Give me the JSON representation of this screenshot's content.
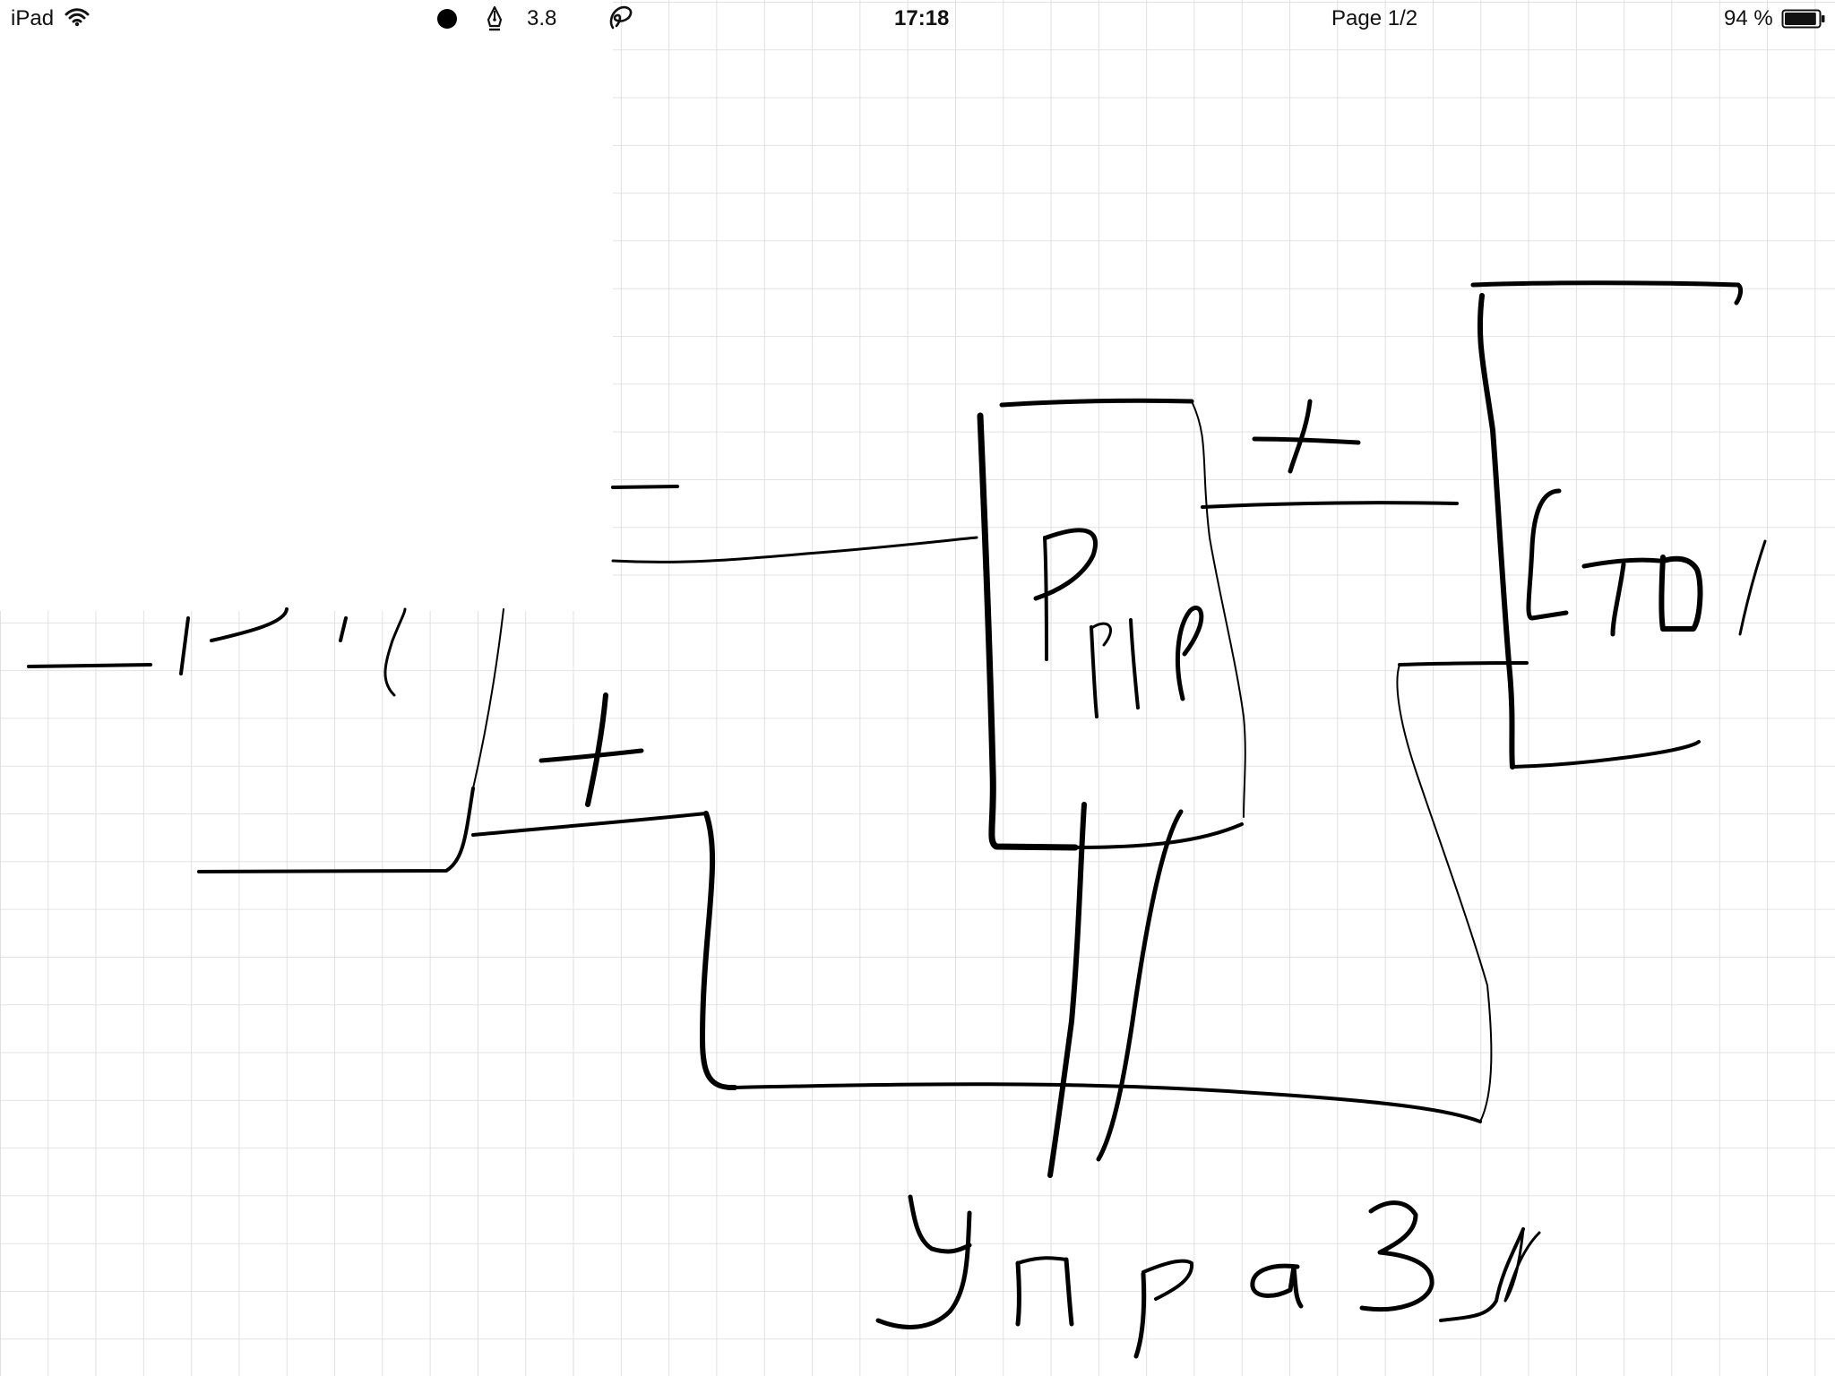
{
  "status_bar": {
    "device": "iPad",
    "wifi_icon": "wifi-icon",
    "color_icon": "color-dot-icon",
    "color": "#000000",
    "pen_icon": "pen-nib-icon",
    "pen_size": "3.8",
    "lasso_icon": "lasso-icon",
    "time": "17:18",
    "page": "Page 1/2",
    "battery": "94 %",
    "battery_level": 0.94,
    "battery_icon": "battery-icon"
  },
  "canvas": {
    "background": "#ffffff",
    "grid_color": "#d9d9d9",
    "ink_color": "#000000"
  }
}
